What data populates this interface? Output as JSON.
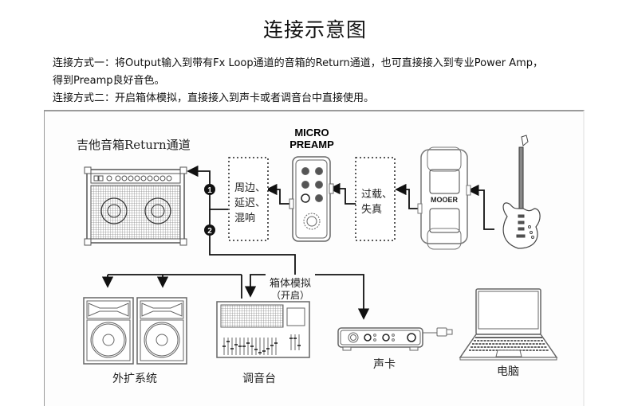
{
  "page": {
    "title": "连接示意图",
    "descriptions": [
      "连接方式一：将Output输入到带有Fx Loop通道的音箱的Return通道，也可直接接入到专业Power Amp，",
      "得到Preamp良好音色。",
      "连接方式二：开启箱体模拟，直接接入到声卡或者调音台中直接使用。"
    ]
  },
  "diagram": {
    "amp_label": "吉他音箱Return通道",
    "preamp_title_line1": "MICRO",
    "preamp_title_line2": "PREAMP",
    "fx_box_left": [
      "周边、",
      "延迟、",
      "混响"
    ],
    "fx_box_right": [
      "过载、",
      "失真"
    ],
    "route_markers": [
      "1",
      "2"
    ],
    "cab_sim_label_line1": "箱体模拟",
    "cab_sim_label_line2": "（开启）",
    "pedal_brand": "MOOER",
    "devices": {
      "pa_system": "外扩系统",
      "mixer": "调音台",
      "sound_card": "声卡",
      "computer": "电脑"
    }
  }
}
